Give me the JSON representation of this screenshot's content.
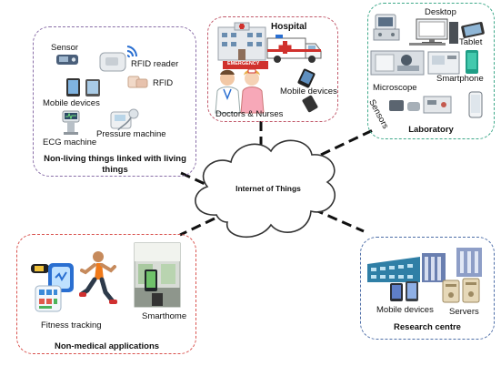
{
  "center": {
    "label": "Internet of Things"
  },
  "nonliving": {
    "title": "Non-living things linked with living things",
    "labels": {
      "sensor": "Sensor",
      "rfid_reader": "RFID reader",
      "rfid": "RFID",
      "mobile": "Mobile devices",
      "ecg": "ECG machine",
      "pressure": "Pressure machine"
    },
    "border_color": "#8a6fa8"
  },
  "hospital": {
    "title": "Hospital",
    "labels": {
      "mobile": "Mobile devices",
      "doctors": "Doctors & Nurses",
      "emergency": "EMERGENCY"
    },
    "border_color": "#c25b6c"
  },
  "laboratory": {
    "title": "Laboratory",
    "labels": {
      "desktop": "Desktop",
      "tablet": "Tablet",
      "microscope": "Microscope",
      "smartphone": "Smartphone",
      "sensors": "Sensors"
    },
    "border_color": "#3fa98a"
  },
  "nonmedical": {
    "title": "Non-medical applications",
    "labels": {
      "fitness": "Fitness tracking",
      "smarthome": "Smarthome"
    },
    "border_color": "#d9534f"
  },
  "research": {
    "title": "Research centre",
    "labels": {
      "mobile": "Mobile devices",
      "servers": "Servers"
    },
    "border_color": "#4f6fa8"
  }
}
